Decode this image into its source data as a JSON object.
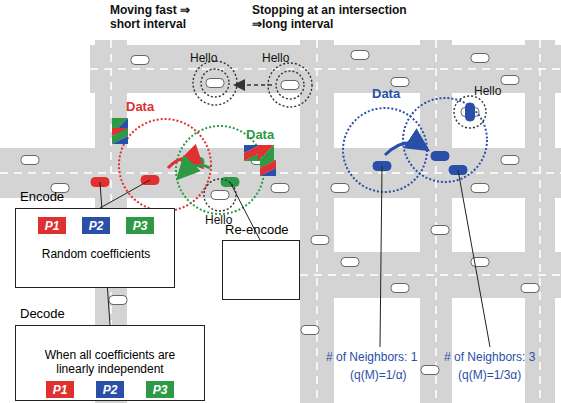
{
  "diagram": {
    "nodes": [
      {
        "text": [
          "Encode",
          "Random coefficients"
        ]
      },
      {
        "text": [
          "P1"
        ],
        "in": 0
      },
      {
        "text": [
          "P2"
        ],
        "in": 0
      },
      {
        "text": [
          "P3"
        ],
        "in": 0
      },
      {
        "text": [
          "Re-encode"
        ]
      },
      {
        "text": [
          "Decode",
          "When all coefficients are linearly independent"
        ]
      },
      {
        "text": [
          "P1"
        ],
        "in": 5
      },
      {
        "text": [
          "P2"
        ],
        "in": 5
      },
      {
        "text": [
          "P3"
        ],
        "in": 5
      }
    ],
    "labels": [
      "Moving fast ⇒ short interval",
      "Stopping at an intersection ⇒long interval",
      "Hello",
      "Hello",
      "Data",
      "Data",
      "Hello",
      "Data",
      "Hello",
      "# of Neighbors: 1",
      "(q(M)=1/α)",
      "# of Neighbors: 3",
      "(q(M)=1/3α)"
    ]
  }
}
